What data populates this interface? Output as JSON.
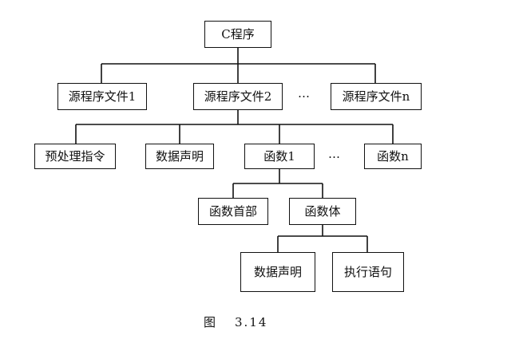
{
  "root": {
    "label": "C程序"
  },
  "level1": {
    "file1": "源程序文件1",
    "file2": "源程序文件2",
    "fileN": "源程序文件n",
    "ellipsis": "…"
  },
  "level2": {
    "preprocess": "预处理指令",
    "data_decl": "数据声明",
    "func1": "函数1",
    "funcN": "函数n",
    "ellipsis": "…"
  },
  "level3": {
    "func_header": "函数首部",
    "func_body": "函数体"
  },
  "level4": {
    "data_decl": "数据声明",
    "exec_stmt": "执行语句"
  },
  "caption": {
    "fig": "图",
    "number": "3.14"
  }
}
